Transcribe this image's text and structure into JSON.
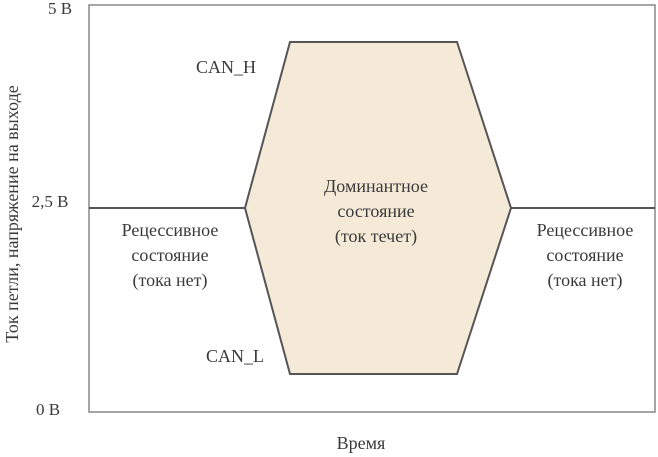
{
  "axis": {
    "y_label": "Ток петли, напряжение на выходе",
    "x_label": "Время",
    "ticks": {
      "top": "5 В",
      "mid": "2,5 В",
      "bottom": "0 В"
    }
  },
  "signals": {
    "high": "CAN_H",
    "low": "CAN_L"
  },
  "states": {
    "left": {
      "line1": "Рецессивное",
      "line2": "состояние",
      "line3": "(тока нет)"
    },
    "center": {
      "line1": "Доминантное",
      "line2": "состояние",
      "line3": "(ток течет)"
    },
    "right": {
      "line1": "Рецессивное",
      "line2": "состояние",
      "line3": "(тока нет)"
    }
  },
  "colors": {
    "dominant_fill": "#f5ead8",
    "line": "#555555"
  }
}
